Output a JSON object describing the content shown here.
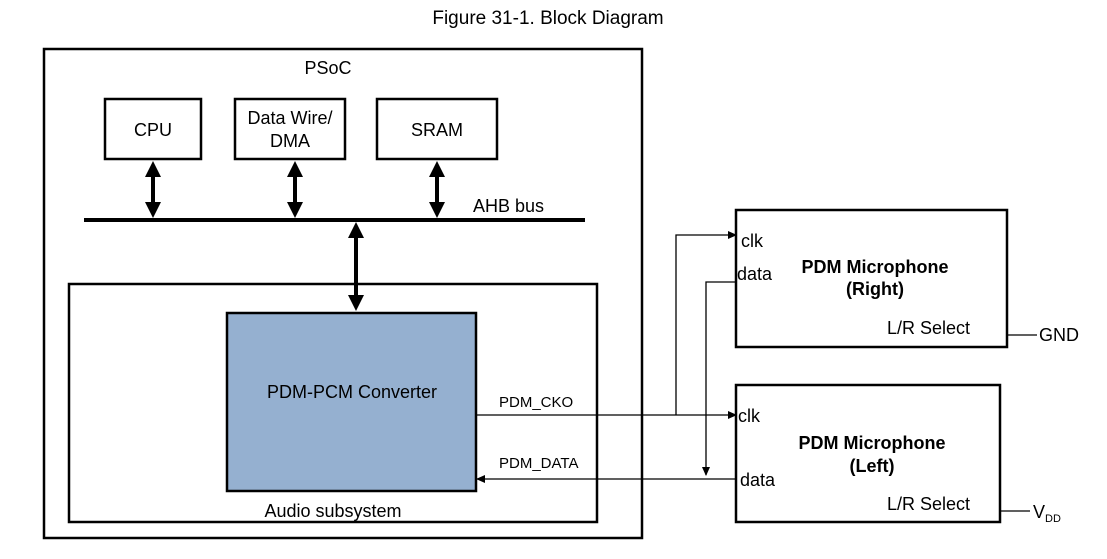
{
  "title": "Figure 31-1.  Block Diagram",
  "psoc": {
    "label": "PSoC",
    "cpu": "CPU",
    "dma_line1": "Data Wire/",
    "dma_line2": "DMA",
    "sram": "SRAM",
    "bus": "AHB bus",
    "audio_subsystem": "Audio subsystem",
    "converter": "PDM-PCM Converter"
  },
  "signals": {
    "cko": "PDM_CKO",
    "data": "PDM_DATA"
  },
  "mic_right": {
    "title_line1": "PDM Microphone",
    "title_line2": "(Right)",
    "clk": "clk",
    "data": "data",
    "select": "L/R Select",
    "tie": "GND"
  },
  "mic_left": {
    "title_line1": "PDM Microphone",
    "title_line2": "(Left)",
    "clk": "clk",
    "data": "data",
    "select": "L/R Select",
    "tie_main": "V",
    "tie_sub": "DD"
  },
  "colors": {
    "converter_fill": "#95b0d0",
    "line": "#000000",
    "background": "#ffffff"
  }
}
